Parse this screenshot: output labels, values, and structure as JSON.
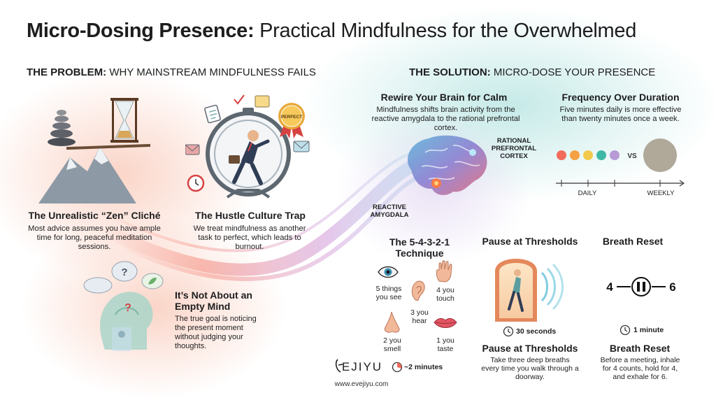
{
  "title": {
    "bold": "Micro-Dosing Presence:",
    "rest": "Practical Mindfulness for the Overwhelmed"
  },
  "problem": {
    "heading_bold": "THE PROBLEM:",
    "heading_rest": "WHY MAINSTREAM MINDFULNESS FAILS",
    "zen": {
      "title": "The Unrealistic “Zen” Cliché",
      "body": "Most advice assumes you have ample time for long, peaceful meditation sessions."
    },
    "hustle": {
      "title": "The Hustle Culture Trap",
      "body": "We treat mindfulness as another task to perfect, which leads to burnout.",
      "badge": "PERFECT"
    },
    "empty": {
      "title": "It’s Not About an Empty Mind",
      "body": "The true goal is noticing the present moment without judging your thoughts."
    }
  },
  "solution": {
    "heading_bold": "THE SOLUTION:",
    "heading_rest": "MICRO-DOSE YOUR PRESENCE",
    "rewire": {
      "title": "Rewire Your Brain for Calm",
      "body": "Mindfulness shifts brain activity from the reactive amygdala to the rational prefrontal cortex.",
      "label_cortex": "RATIONAL PREFRONTAL CORTEX",
      "label_amygdala": "REACTIVE AMYGDALA"
    },
    "frequency": {
      "title": "Frequency Over Duration",
      "body": "Five minutes daily is more effective than twenty minutes once a week.",
      "vs": "VS",
      "daily": "DAILY",
      "weekly": "WEEKLY",
      "dot_colors": [
        "#f26b5b",
        "#f5a043",
        "#f2c94c",
        "#3fb8a5",
        "#b79ad6"
      ],
      "big_dot_color": "#b0a99a"
    },
    "technique": {
      "title": "The 5-4-3-2-1 Technique",
      "see": "5 things you see",
      "touch": "4 you touch",
      "hear": "3 you hear",
      "smell": "2 you smell",
      "taste": "1 you taste",
      "time": "~2 minutes"
    },
    "thresholds": {
      "title": "Pause at Thresholds",
      "time": "30 seconds",
      "title2": "Pause at Thresholds",
      "body": "Take three deep breaths every time you walk through a doorway."
    },
    "breath": {
      "title": "Breath Reset",
      "left_num": "4",
      "right_num": "6",
      "time": "1 minute",
      "title2": "Breath Reset",
      "body": "Before a meeting, inhale for 4 counts, hold for 4, and exhale for 6."
    }
  },
  "brand": {
    "logo": "EJIYU",
    "url": "www.evejiyu.com"
  }
}
